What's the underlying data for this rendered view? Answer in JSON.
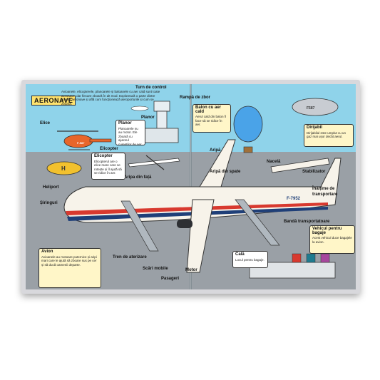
{
  "page": {
    "title": "AERONAVE",
    "intro": "Avioanele, elicopterele, planoarele și baloanele cu aer cald sunt toate aeronave, dar fiecare zboară în alt mod. Explorează o parte dintre aceste aeronave și află cum funcționează aeroporturile și cum se zboară."
  },
  "labels": {
    "elice": "Elice",
    "turn": "Turn de control",
    "planor": "Planor",
    "elicopter": "Elicopter",
    "heliport": "Heliport",
    "sariinguri": "Șiringuri",
    "aripa": "Aripa din față",
    "tren": "Tren de aterizare",
    "scari": "Scări mobile",
    "pasageri": "Pasageri",
    "motor": "Motor",
    "nacela": "Nacelă",
    "stabilizator": "Stabilizator",
    "inaltime": "Înălțime de",
    "inaltime2": "transportare",
    "banda": "Bandă transportatoare",
    "cala": "Cală",
    "dirijabil": "Dirijabil",
    "balon": "Balon cu aer cald",
    "aripa_spate": "Aripă din spate",
    "aripa_sus": "Aripă",
    "ramp": "Rampă de zbor",
    "vehicul": "Vehicul pentru bagaje",
    "plane_reg": "F-7952",
    "heli_reg": "F-587",
    "blimp_reg": "F587"
  },
  "boxes": {
    "planor_text": "Planoarele nu au motor. Ele zboară cu ajutorul curenților de aer.",
    "elicopter_text": "Elicopterul are o elice mare care se rotește și îl ajută să se ridice în aer.",
    "balon_text": "Aerul cald din balon îl face să se ridice în aer.",
    "dirijabil_text": "Dirijabilul este umplut cu un gaz mai ușor decât aerul.",
    "avion_title": "Avion",
    "avion_text": "Avioanele au motoare puternice și aripi mari care le ajută să zboare sus pe cer și să ducă oamenii departe.",
    "vehicul_text": "Acest vehicul duce bagajele la avion.",
    "cala_text": "Locul pentru bagaje."
  },
  "colors": {
    "sky": "#8fd3ea",
    "tarmac": "#9aa0a6",
    "fuselage": "#f7f3ea",
    "stripe": "#d8392f",
    "navy": "#1f3f78",
    "heli": "#e8662a"
  }
}
